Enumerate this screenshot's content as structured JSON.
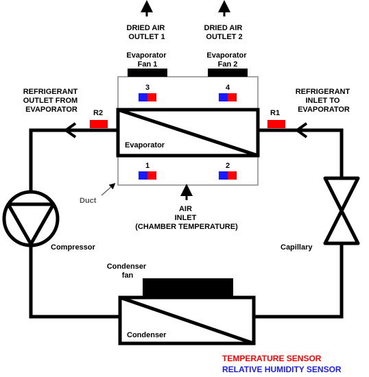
{
  "outlets": {
    "outlet1": [
      "DRIED AIR",
      "OUTLET 1"
    ],
    "outlet2": [
      "DRIED AIR",
      "OUTLET 2"
    ]
  },
  "fans": {
    "evap_fan1": [
      "Evaporator",
      "Fan 1"
    ],
    "evap_fan2": [
      "Evaporator",
      "Fan 2"
    ],
    "condenser_fan": [
      "Condenser",
      "fan"
    ]
  },
  "refrigerant": {
    "outlet": [
      "REFRIGERANT",
      "OUTLET FROM",
      "EVAPORATOR"
    ],
    "inlet": [
      "REFRIGERANT",
      "INLET TO",
      "EVAPORATOR"
    ]
  },
  "sensors": {
    "r2": "R2",
    "r1": "R1",
    "s3": "3",
    "s4": "4",
    "s1": "1",
    "s2": "2"
  },
  "components": {
    "evaporator": "Evaporator",
    "condenser": "Condenser",
    "compressor": "Compressor",
    "capillary": "Capillary",
    "duct": "Duct"
  },
  "air_inlet": [
    "AIR",
    "INLET",
    "(CHAMBER TEMPERATURE)"
  ],
  "legend": {
    "temperature": "TEMPERATURE SENSOR",
    "humidity": "RELATIVE HUMIDITY SENSOR"
  },
  "colors": {
    "temperature": "#ff0000",
    "humidity": "#1a1aff",
    "line": "#000000"
  }
}
